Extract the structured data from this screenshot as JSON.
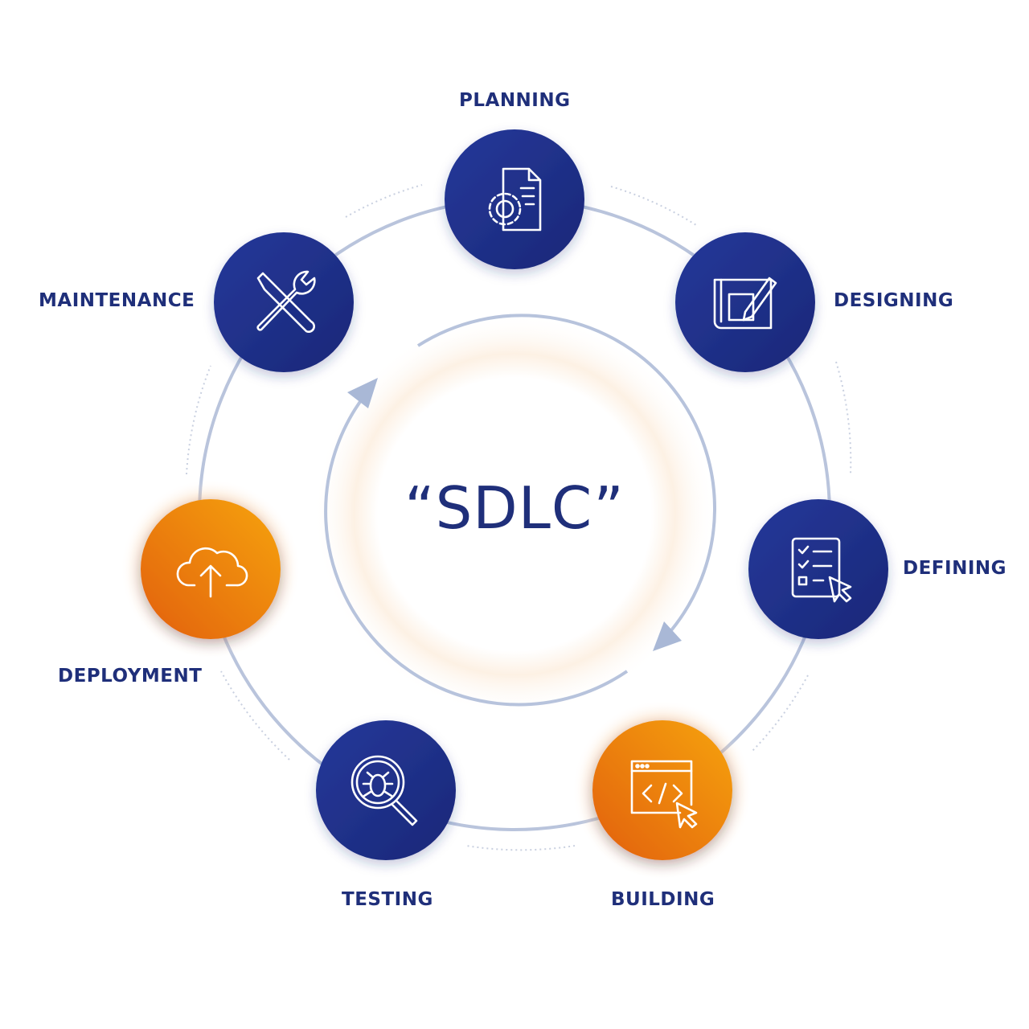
{
  "title": "“SDLC”",
  "colors": {
    "navy": "#1f2f86",
    "orange_light": "#f6a312",
    "orange_dark": "#e5650a",
    "ring": "#b7c3dc"
  },
  "phases": [
    {
      "label": "PLANNING",
      "icon": "document-gear-icon",
      "color": "navy"
    },
    {
      "label": "DESIGNING",
      "icon": "blueprint-pencil-icon",
      "color": "navy"
    },
    {
      "label": "DEFINING",
      "icon": "checklist-cursor-icon",
      "color": "navy"
    },
    {
      "label": "BUILDING",
      "icon": "code-window-cursor-icon",
      "color": "orange"
    },
    {
      "label": "TESTING",
      "icon": "magnifier-bug-icon",
      "color": "navy"
    },
    {
      "label": "DEPLOYMENT",
      "icon": "cloud-upload-icon",
      "color": "orange"
    },
    {
      "label": "MAINTENANCE",
      "icon": "wrench-screwdriver-icon",
      "color": "navy"
    }
  ]
}
